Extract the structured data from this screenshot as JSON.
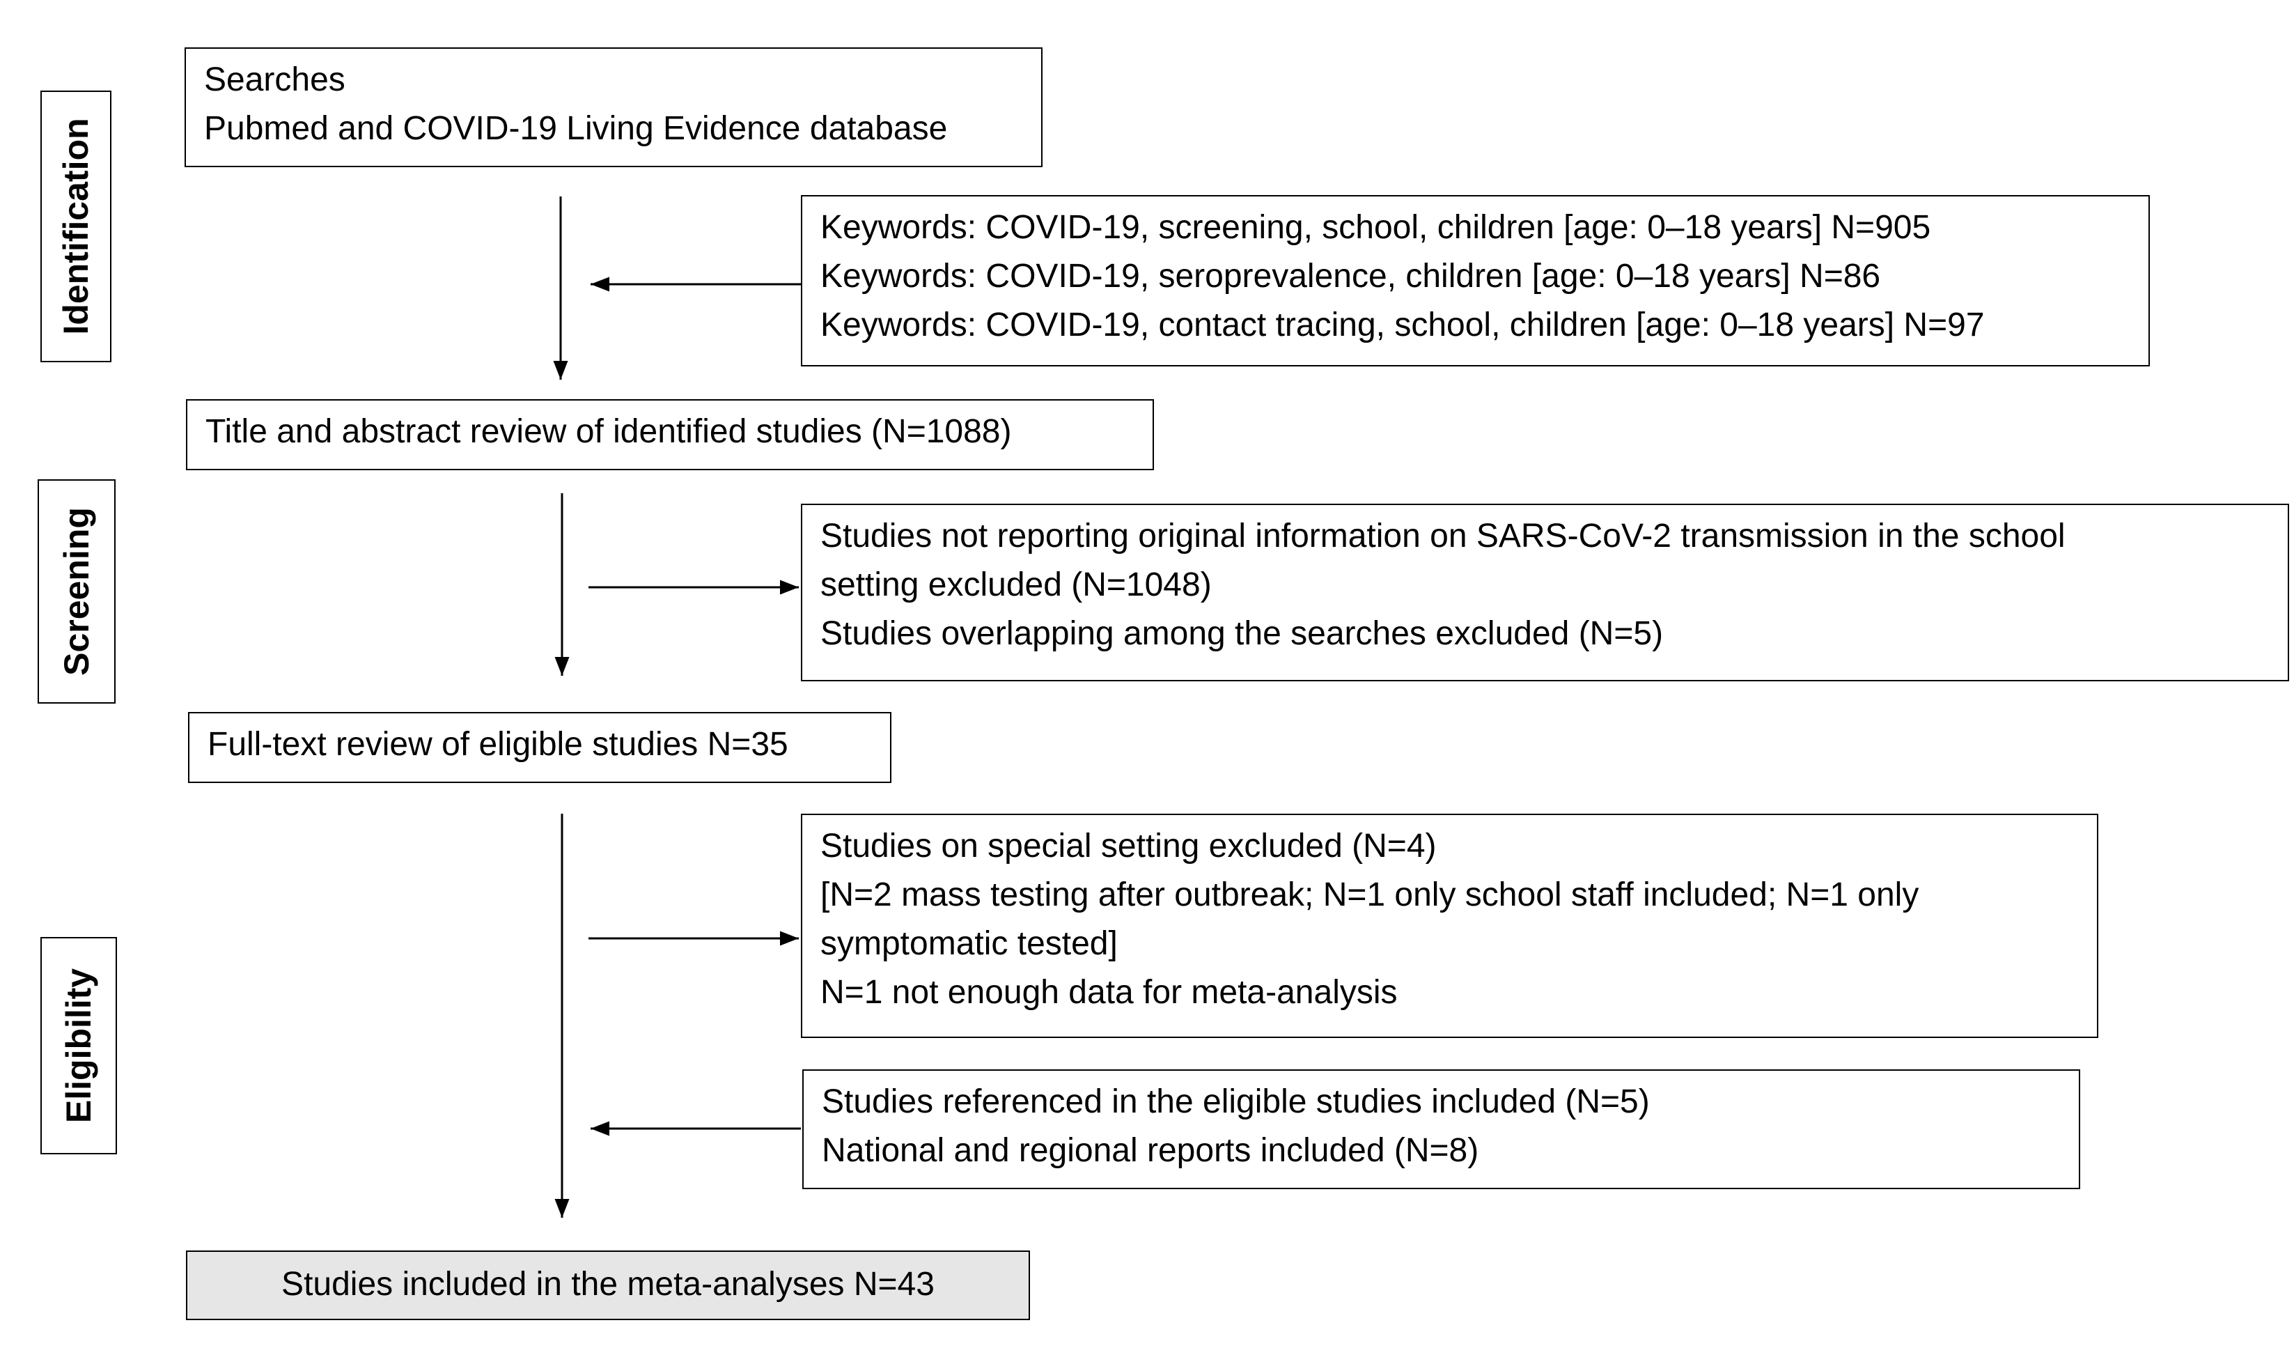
{
  "stages": {
    "identification": "Identification",
    "screening": "Screening",
    "eligibility": "Eligibility"
  },
  "boxes": {
    "searches": [
      "Searches",
      "Pubmed and COVID-19 Living Evidence database"
    ],
    "keywords": [
      "Keywords: COVID-19, screening, school, children [age: 0–18 years] N=905",
      "Keywords: COVID-19, seroprevalence, children [age: 0–18 years] N=86",
      "Keywords: COVID-19, contact tracing, school, children [age: 0–18 years] N=97"
    ],
    "title_abstract": "Title and abstract review of identified studies (N=1088)",
    "screening_excluded": [
      "Studies not reporting original information on SARS-CoV-2 transmission in the school",
      "setting excluded (N=1048)",
      "Studies overlapping among the searches excluded (N=5)"
    ],
    "full_text": "Full-text review of eligible studies N=35",
    "special_excluded": [
      "Studies on special setting excluded (N=4)",
      "[N=2 mass testing after outbreak; N=1 only school staff included; N=1 only",
      "symptomatic tested]",
      "N=1 not enough data for meta-analysis"
    ],
    "added": [
      "Studies referenced in the eligible studies included (N=5)",
      "National and regional reports included (N=8)"
    ],
    "included": "Studies included in the meta-analyses N=43"
  }
}
